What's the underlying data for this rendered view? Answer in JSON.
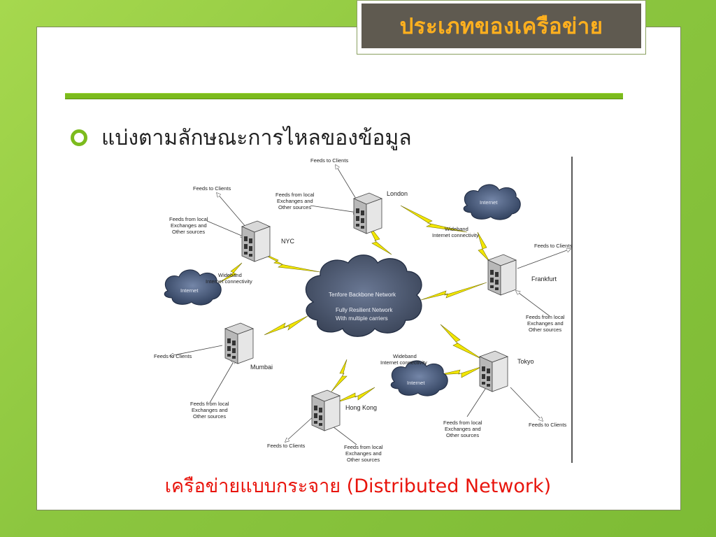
{
  "slide": {
    "title": "ประเภทของเครือข่าย",
    "bullet": "แบ่งตามลักษณะการไหลของข้อมูล",
    "caption": "เครือข่ายแบบกระจาย (Distributed Network)"
  },
  "diagram": {
    "core": {
      "line1": "Tenfore Backbone Network",
      "line2": "Fully Resilient Network",
      "line3": "With multiple carriers"
    },
    "cities": {
      "london": "London",
      "nyc": "NYC",
      "frankfurt": "Frankfurt",
      "mumbai": "Mumbai",
      "tokyo": "Tokyo",
      "hongkong": "Hong Kong"
    },
    "clouds": {
      "internet": "Internet"
    },
    "texts": {
      "feeds_to_clients": "Feeds to Clients",
      "feeds_from_1": "Feeds from local",
      "feeds_from_2": "Exchanges and",
      "feeds_from_3": "Other sources",
      "wideband_1": "Wideband",
      "wideband_2": "Internet connectivity"
    }
  },
  "colors": {
    "accent_green": "#7cbb1d",
    "title_orange": "#ffb01e",
    "title_bg": "#5f5a50",
    "caption_red": "#e8140c",
    "lightning": "#f2e600",
    "cloud": "#3e506e"
  }
}
